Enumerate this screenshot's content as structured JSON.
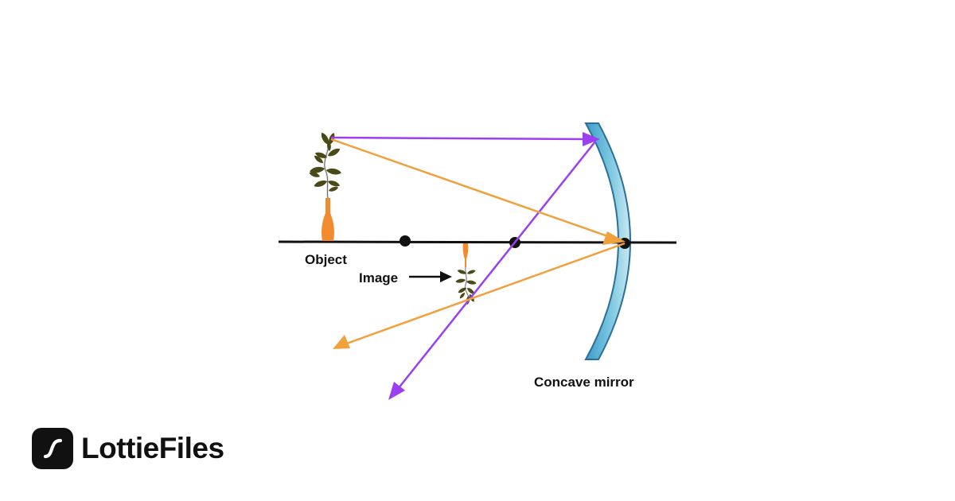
{
  "diagram": {
    "labels": {
      "object": "Object",
      "image": "Image",
      "mirror": "Concave mirror"
    },
    "colors": {
      "ray_parallel": "#9b3ff0",
      "ray_pole": "#f0a03c",
      "vase": "#f28a2e",
      "leaf": "#4a4a18",
      "mirror_fill": "#5cb8d8",
      "mirror_edge": "#2e6f9a",
      "axis": "#111111"
    }
  },
  "brand": {
    "name": "LottieFiles",
    "icon": "lottiefiles-logo-icon"
  }
}
